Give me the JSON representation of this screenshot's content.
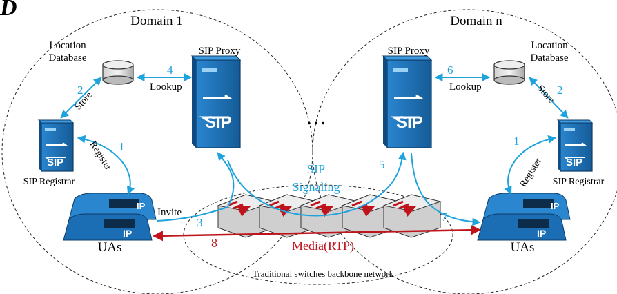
{
  "corner_letter": "D",
  "domains": {
    "left": "Domain 1",
    "right": "Domain n",
    "ellipsis": "…"
  },
  "left": {
    "location_db": [
      "Location",
      "Database"
    ],
    "proxy": "SIP Proxy",
    "registrar": "SIP Registrar",
    "uas": "UAs",
    "store": "Store",
    "register": "Register",
    "lookup": "Lookup",
    "invite": "Invite",
    "num_store": "2",
    "num_lookup": "4",
    "num_register": "1",
    "num_invite": "3",
    "num_media": "8"
  },
  "right": {
    "location_db": [
      "Location",
      "Database"
    ],
    "proxy": "SIP Proxy",
    "registrar": "SIP Registrar",
    "uas": "UAs",
    "store": "Store",
    "register": "Register",
    "lookup": "Lookup",
    "num_store": "2",
    "num_lookup": "6",
    "num_register": "1",
    "num_forward": "5",
    "num_deliver": "7"
  },
  "center": {
    "sip": "SIP",
    "signaling": "Signaling",
    "media": "Media(RTP)",
    "backbone": "Traditional switches backbone network"
  },
  "device_labels": {
    "sip_logo": "SIP",
    "ip_logo": "IP"
  },
  "colors": {
    "signal": "#1fa3dc",
    "media": "#c0141c",
    "server_blue": "#1c6eb4",
    "switch_gray": "#d0d0d0"
  }
}
